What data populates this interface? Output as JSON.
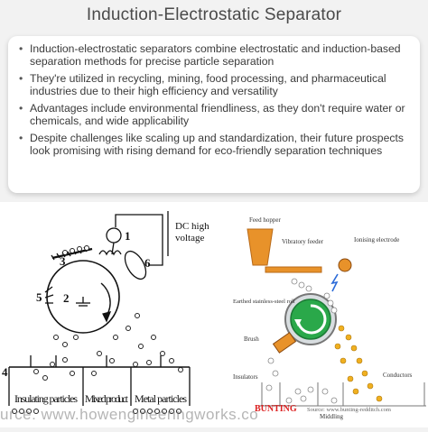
{
  "title": "Induction-Electrostatic Separator",
  "bullets": [
    "Induction-electrostatic separators combine electrostatic and induction-based separation methods for precise particle separation",
    "They're utilized in recycling, mining, food processing, and pharmaceutical industries due to their high efficiency and versatility",
    "Advantages include environmental friendliness, as they don't require water or chemicals, and wide applicability",
    "Despite challenges like scaling up and standardization, their future prospects look promising with rising demand for eco-friendly separation techniques"
  ],
  "left_diagram": {
    "dc_label_line1": "DC high",
    "dc_label_line2": "voltage",
    "callouts": [
      "1",
      "2",
      "3",
      "4",
      "5",
      "6"
    ],
    "bins": [
      "Insulating particles",
      "Mixed product",
      "Metal particles"
    ]
  },
  "right_diagram": {
    "feed_hopper": "Feed hopper",
    "vibratory_feeder": "Vibratory feeder",
    "ionising_electrode": "Ionising electrode",
    "roll": "Earthed stainless-steel roll",
    "brush": "Brush",
    "insulators": "Insulators",
    "conductors": "Conductors",
    "middling": "Middling",
    "source": "Source: www.bunting-redditch.com",
    "brand": "BUNTING",
    "colors": {
      "hopper": "#e8922a",
      "roll": "#2aa84a",
      "particles": "#f0b020",
      "brand": "#d22"
    }
  },
  "watermark": "urce: www.howengineeringworks.co"
}
